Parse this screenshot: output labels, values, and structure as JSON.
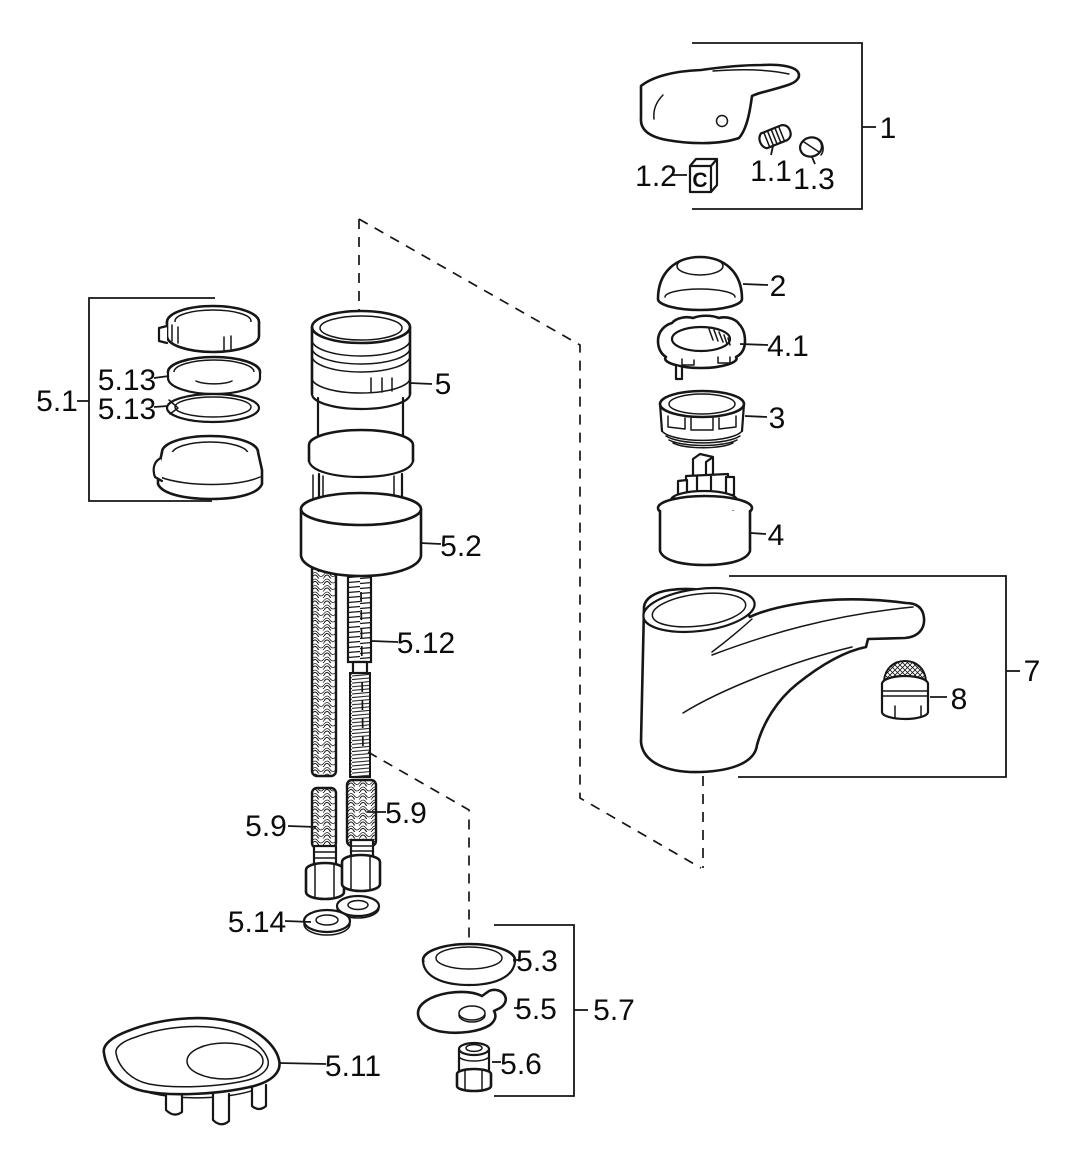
{
  "diagram": {
    "background": "#ffffff",
    "line_color": "#161616",
    "type": "exploded-parts-diagram"
  },
  "labels": {
    "group_1": "1",
    "part_1_1": "1.1",
    "part_1_2": "1.2",
    "part_1_3": "1.3",
    "part_2": "2",
    "part_4_1": "4.1",
    "part_3": "3",
    "part_4": "4",
    "part_5": "5",
    "group_5_1": "5.1",
    "part_5_13_upper": "5.13",
    "part_5_13_lower": "5.13",
    "part_5_2": "5.2",
    "part_5_12": "5.12",
    "part_5_9_left": "5.9",
    "part_5_9_right": "5.9",
    "part_5_14": "5.14",
    "part_5_3": "5.3",
    "part_5_5": "5.5",
    "part_5_6": "5.6",
    "group_5_7": "5.7",
    "part_5_11": "5.11",
    "group_7": "7",
    "part_8": "8",
    "handle_cap_letter": "C"
  }
}
